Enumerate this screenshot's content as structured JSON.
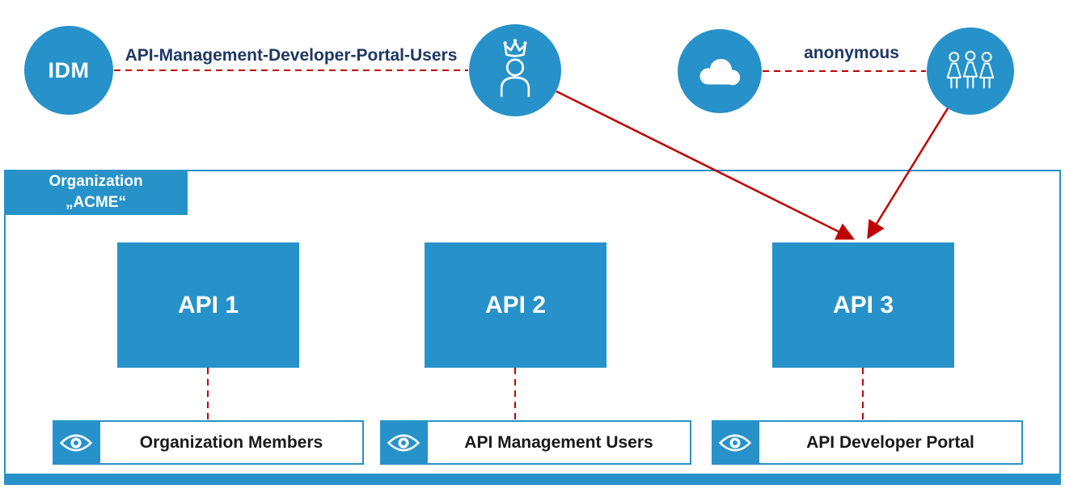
{
  "colors": {
    "primary_blue": "#2792c9",
    "connector_red": "#c00000",
    "label_navy": "#1f3864"
  },
  "top": {
    "idm_label": "IDM",
    "idm_connection_label": "API-Management-Developer-Portal-Users",
    "anonymous_connection_label": "anonymous"
  },
  "organization": {
    "title_line1": "Organization",
    "title_line2": "„ACME“",
    "apis": [
      {
        "label": "API 1"
      },
      {
        "label": "API 2"
      },
      {
        "label": "API 3"
      }
    ],
    "groups": [
      {
        "label": "Organization Members"
      },
      {
        "label": "API Management Users"
      },
      {
        "label": "API Developer Portal"
      }
    ]
  }
}
